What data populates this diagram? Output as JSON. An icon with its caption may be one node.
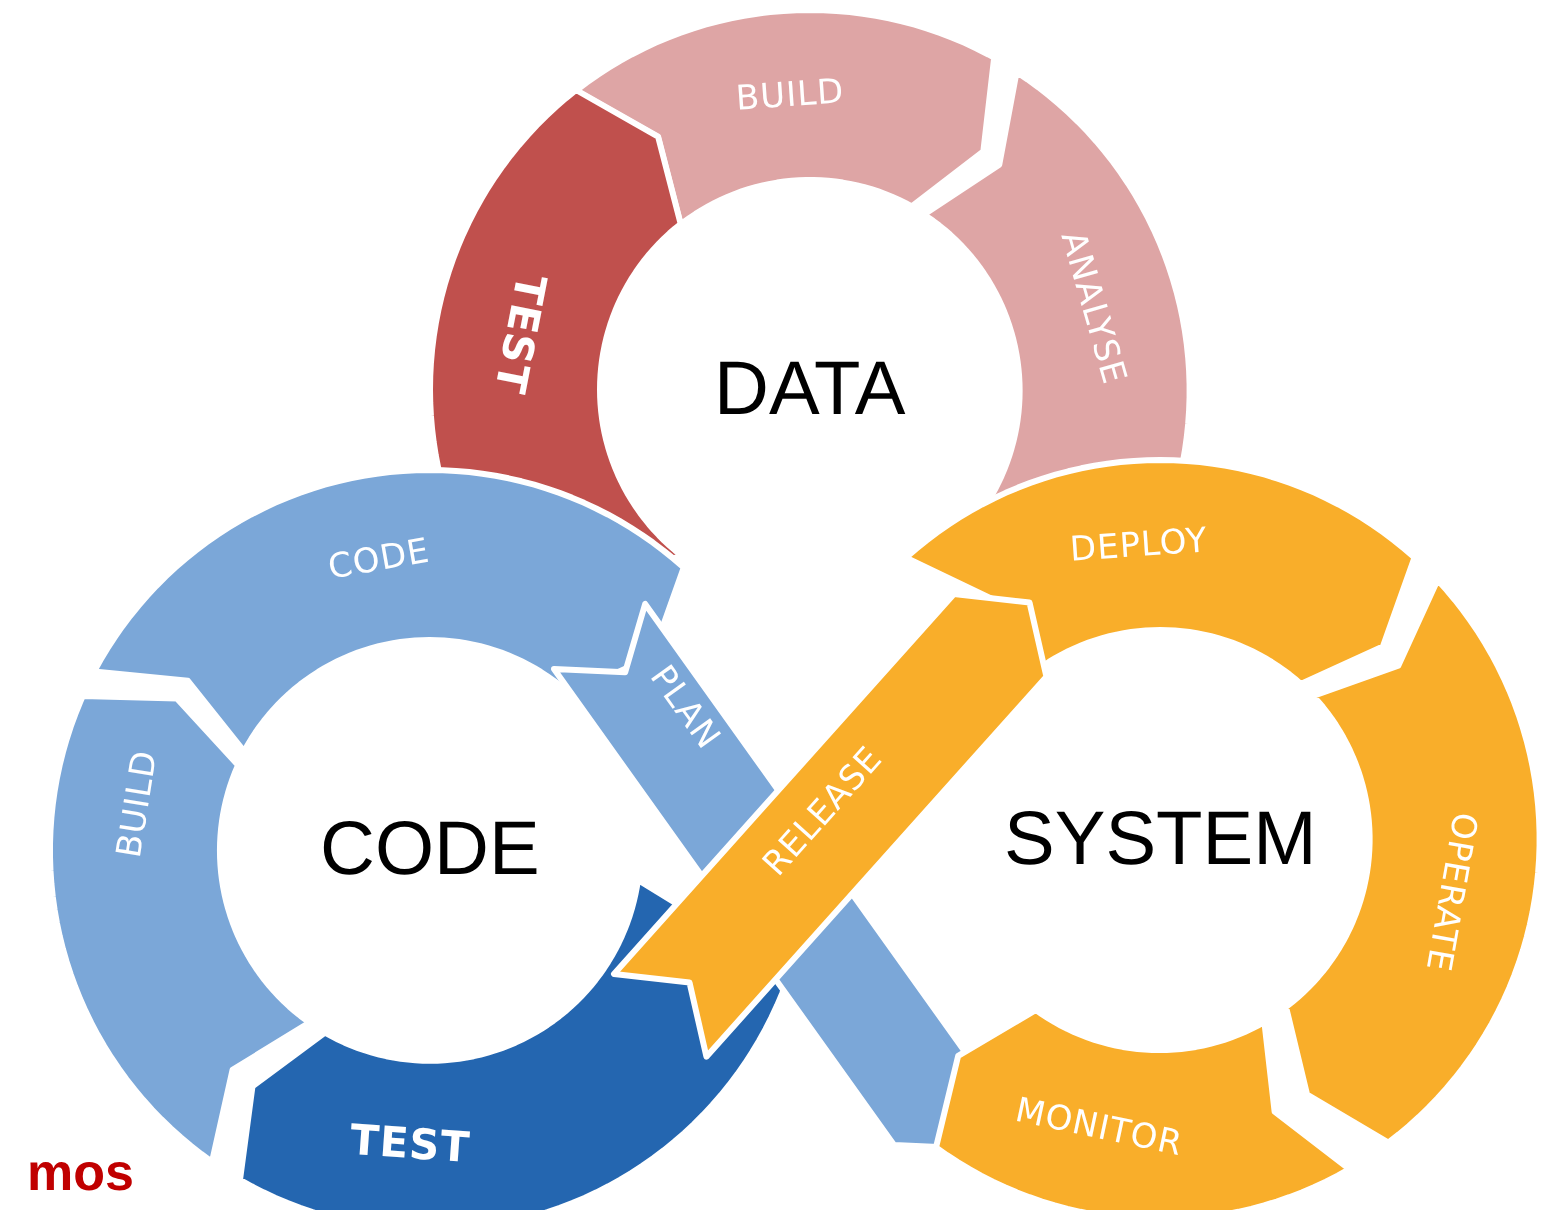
{
  "diagram": {
    "nodes": [
      {
        "text": [
          "BUILD"
        ]
      },
      {
        "text": [
          "ANALYSE"
        ]
      },
      {
        "text": [
          "TEST"
        ]
      },
      {
        "text": [
          "CODE"
        ]
      },
      {
        "text": [
          "DEPLOY"
        ]
      },
      {
        "text": [
          "PLAN"
        ]
      },
      {
        "text": [
          "BUILD"
        ]
      },
      {
        "text": [
          "RELEASE"
        ]
      },
      {
        "text": [
          "OPERATE"
        ]
      },
      {
        "text": [
          "TEST"
        ]
      },
      {
        "text": [
          "MONITOR"
        ]
      }
    ],
    "labels": [
      "DATA",
      "CODE",
      "SYSTEM",
      "mos"
    ]
  }
}
